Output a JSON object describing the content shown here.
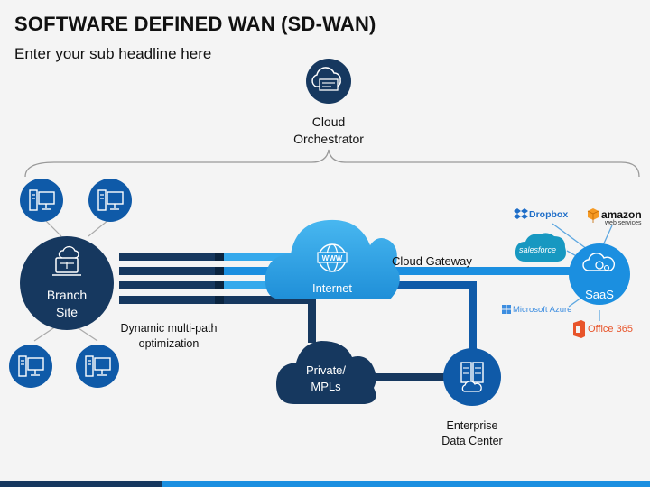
{
  "header": {
    "title": "SOFTWARE DEFINED WAN (SD-WAN)",
    "subtitle": "Enter your sub headline here"
  },
  "nodes": {
    "cloud_orchestrator": "Cloud\nOrchestrator",
    "branch_site": "Branch\nSite",
    "internet": "Internet",
    "private_mpls": "Private/\nMPLs",
    "enterprise_dc": "Enterprise\nData Center",
    "saas": "SaaS"
  },
  "labels": {
    "cloud_gateway": "Cloud Gateway",
    "dynamic_multipath": "Dynamic multi-path\noptimization"
  },
  "saas_providers": {
    "dropbox": "Dropbox",
    "amazon": "amazon",
    "amazon_sub": "web services",
    "salesforce": "salesforce",
    "azure": "Microsoft Azure",
    "office365": "Office 365"
  },
  "colors": {
    "dark_navy": "#16385f",
    "mid_blue": "#0f5aa8",
    "bright_blue": "#1b8fe0",
    "cloud_light": "#35a9ec",
    "accent": "#5da7e0"
  }
}
